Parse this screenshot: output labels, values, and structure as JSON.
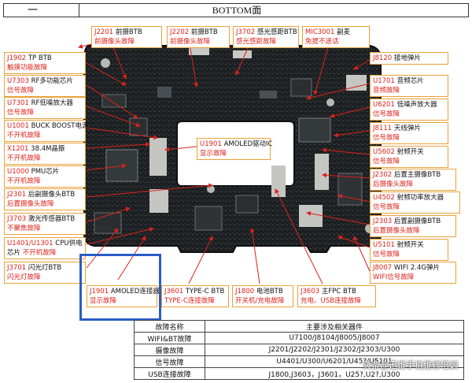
{
  "header": {
    "dash": "一",
    "title": "BOTTOM面"
  },
  "labels": [
    {
      "code": "J2201",
      "name": "前摄BTB",
      "fault": "前摄像头故障"
    },
    {
      "code": "J2202",
      "name": "前摄BTB",
      "fault": "前摄像头故障"
    },
    {
      "code": "J3702",
      "name": "感光感距BTB",
      "fault": "感光感距故障"
    },
    {
      "code": "MIC3001",
      "name": "副麦",
      "fault": "免提不送话"
    },
    {
      "code": "J1902",
      "name": "TP BTB",
      "fault": "触摸功能故障"
    },
    {
      "code": "U7303",
      "name": "RF多功能芯片",
      "fault": "信号故障"
    },
    {
      "code": "U7301",
      "name": "RF低噪放大器",
      "fault": "信号故障"
    },
    {
      "code": "U1001",
      "name": "BUCK BOOST电源",
      "fault": "不开机故障"
    },
    {
      "code": "X1201",
      "name": "38.4M晶振",
      "fault": "不开机故障"
    },
    {
      "code": "U1000",
      "name": "PMU芯片",
      "fault": "不开机故障"
    },
    {
      "code": "J2301",
      "name": "后副摄像头BTB",
      "fault": "后置摄像头故障"
    },
    {
      "code": "J3703",
      "name": "激光传感器BTB",
      "fault": "不聚焦故障"
    },
    {
      "code": "U1401/U1301",
      "name": "CPU供电",
      "fault": "不开机故障",
      "prefix": "芯片"
    },
    {
      "code": "J3701",
      "name": "闪光灯BTB",
      "fault": "闪光灯故障"
    },
    {
      "code": "J8120",
      "name": "接地弹片",
      "fault": ""
    },
    {
      "code": "U1701",
      "name": "音频芯片",
      "fault": "音频故障"
    },
    {
      "code": "U6201",
      "name": "低噪声放大器",
      "fault": "信号故障"
    },
    {
      "code": "J8111",
      "name": "天线弹片",
      "fault": "信号故障"
    },
    {
      "code": "U5602",
      "name": "射频开关",
      "fault": "信号故障"
    },
    {
      "code": "J2302",
      "name": "后置主摄像BTB",
      "fault": "后摄像头故障"
    },
    {
      "code": "U4502",
      "name": "射频功率放大器",
      "fault": "信号故障"
    },
    {
      "code": "J2303",
      "name": "后置副摄像BTB",
      "fault": "后置摄像头故障"
    },
    {
      "code": "U5101",
      "name": "射频开关",
      "fault": "信号故障"
    },
    {
      "code": "J8007",
      "name": "WIFI 2.4G弹片",
      "fault": "WIFI信号故障"
    },
    {
      "code": "U1901",
      "name": "AMOLED驱动IC",
      "fault": "显示故障"
    },
    {
      "code": "J1901",
      "name": "AMOLED连接器",
      "fault": "显示故障"
    },
    {
      "code": "J3601",
      "name": "TYPE-C BTB",
      "fault": "TYPE-C连接故障"
    },
    {
      "code": "J1800",
      "name": "电池BTB",
      "fault": "开关机/充电故障"
    },
    {
      "code": "J3603",
      "name": "主FPC BTB",
      "fault": "充电、USB连接故障"
    }
  ],
  "table": {
    "headers": [
      "故障名称",
      "主要涉及相关器件"
    ],
    "rows": [
      {
        "k": "WIFI&BT故障",
        "v": "U7100/J8104/J8005/J8007"
      },
      {
        "k": "摄像故障",
        "v": "J2201/J2202/J2301/J2302/J2303/U300"
      },
      {
        "k": "信号故障",
        "v": "U4401/U300/U6201/U45?/U5101"
      },
      {
        "k": "USB连接故障",
        "v": "J1800,J3603，J3601，U25?,U2?,U300"
      }
    ]
  },
  "watermark": "头条@迅维手机维修培训",
  "colors": {
    "label_border": "#e8a23a",
    "fault_text": "#e0231a",
    "arrow": "#d9231c",
    "highlight": "#2b5cc7",
    "pcb": "#1b1d1f"
  }
}
